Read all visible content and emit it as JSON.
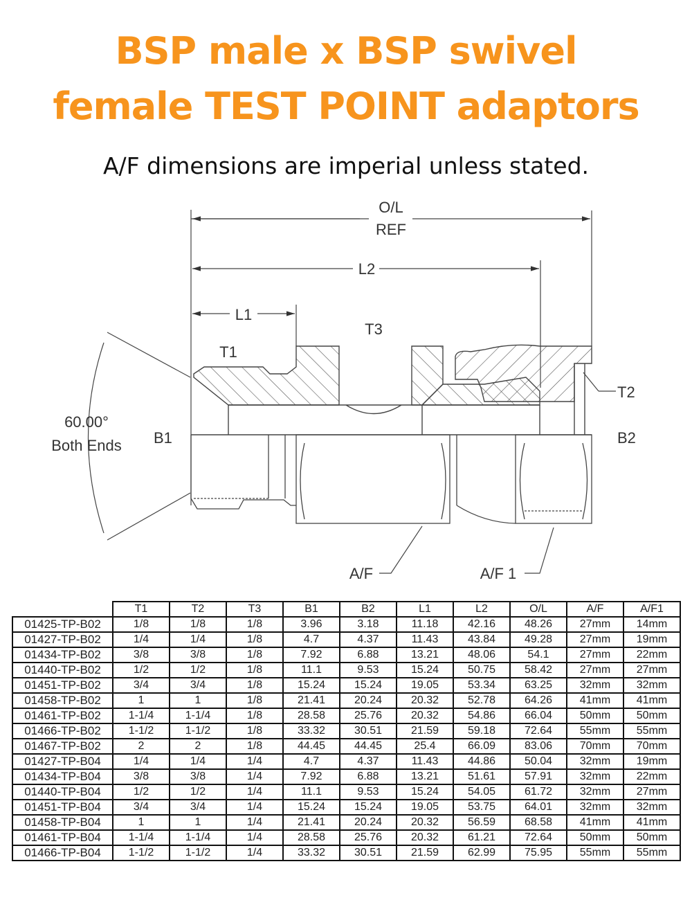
{
  "header": {
    "title_line1": "BSP male x BSP swivel",
    "title_line2": "female TEST POINT adaptors",
    "subtitle": "A/F dimensions are imperial unless stated.",
    "title_color": "#F7941D"
  },
  "diagram": {
    "labels": {
      "ol": "O/L",
      "ref": "REF",
      "l2": "L2",
      "l1": "L1",
      "t1": "T1",
      "t2": "T2",
      "t3": "T3",
      "b1": "B1",
      "b2": "B2",
      "angle": "60.00°",
      "angle_note": "Both Ends",
      "af": "A/F",
      "af1": "A/F 1"
    }
  },
  "table": {
    "columns": [
      "T1",
      "T2",
      "T3",
      "B1",
      "B2",
      "L1",
      "L2",
      "O/L",
      "A/F",
      "A/F1"
    ],
    "rows": [
      [
        "01425-TP-B02",
        "1/8",
        "1/8",
        "1/8",
        "3.96",
        "3.18",
        "11.18",
        "42.16",
        "48.26",
        "27mm",
        "14mm"
      ],
      [
        "01427-TP-B02",
        "1/4",
        "1/4",
        "1/8",
        "4.7",
        "4.37",
        "11.43",
        "43.84",
        "49.28",
        "27mm",
        "19mm"
      ],
      [
        "01434-TP-B02",
        "3/8",
        "3/8",
        "1/8",
        "7.92",
        "6.88",
        "13.21",
        "48.06",
        "54.1",
        "27mm",
        "22mm"
      ],
      [
        "01440-TP-B02",
        "1/2",
        "1/2",
        "1/8",
        "11.1",
        "9.53",
        "15.24",
        "50.75",
        "58.42",
        "27mm",
        "27mm"
      ],
      [
        "01451-TP-B02",
        "3/4",
        "3/4",
        "1/8",
        "15.24",
        "15.24",
        "19.05",
        "53.34",
        "63.25",
        "32mm",
        "32mm"
      ],
      [
        "01458-TP-B02",
        "1",
        "1",
        "1/8",
        "21.41",
        "20.24",
        "20.32",
        "52.78",
        "64.26",
        "41mm",
        "41mm"
      ],
      [
        "01461-TP-B02",
        "1-1/4",
        "1-1/4",
        "1/8",
        "28.58",
        "25.76",
        "20.32",
        "54.86",
        "66.04",
        "50mm",
        "50mm"
      ],
      [
        "01466-TP-B02",
        "1-1/2",
        "1-1/2",
        "1/8",
        "33.32",
        "30.51",
        "21.59",
        "59.18",
        "72.64",
        "55mm",
        "55mm"
      ],
      [
        "01467-TP-B02",
        "2",
        "2",
        "1/8",
        "44.45",
        "44.45",
        "25.4",
        "66.09",
        "83.06",
        "70mm",
        "70mm"
      ],
      [
        "01427-TP-B04",
        "1/4",
        "1/4",
        "1/4",
        "4.7",
        "4.37",
        "11.43",
        "44.86",
        "50.04",
        "32mm",
        "19mm"
      ],
      [
        "01434-TP-B04",
        "3/8",
        "3/8",
        "1/4",
        "7.92",
        "6.88",
        "13.21",
        "51.61",
        "57.91",
        "32mm",
        "22mm"
      ],
      [
        "01440-TP-B04",
        "1/2",
        "1/2",
        "1/4",
        "11.1",
        "9.53",
        "15.24",
        "54.05",
        "61.72",
        "32mm",
        "27mm"
      ],
      [
        "01451-TP-B04",
        "3/4",
        "3/4",
        "1/4",
        "15.24",
        "15.24",
        "19.05",
        "53.75",
        "64.01",
        "32mm",
        "32mm"
      ],
      [
        "01458-TP-B04",
        "1",
        "1",
        "1/4",
        "21.41",
        "20.24",
        "20.32",
        "56.59",
        "68.58",
        "41mm",
        "41mm"
      ],
      [
        "01461-TP-B04",
        "1-1/4",
        "1-1/4",
        "1/4",
        "28.58",
        "25.76",
        "20.32",
        "61.21",
        "72.64",
        "50mm",
        "50mm"
      ],
      [
        "01466-TP-B04",
        "1-1/2",
        "1-1/2",
        "1/4",
        "33.32",
        "30.51",
        "21.59",
        "62.99",
        "75.95",
        "55mm",
        "55mm"
      ]
    ]
  }
}
